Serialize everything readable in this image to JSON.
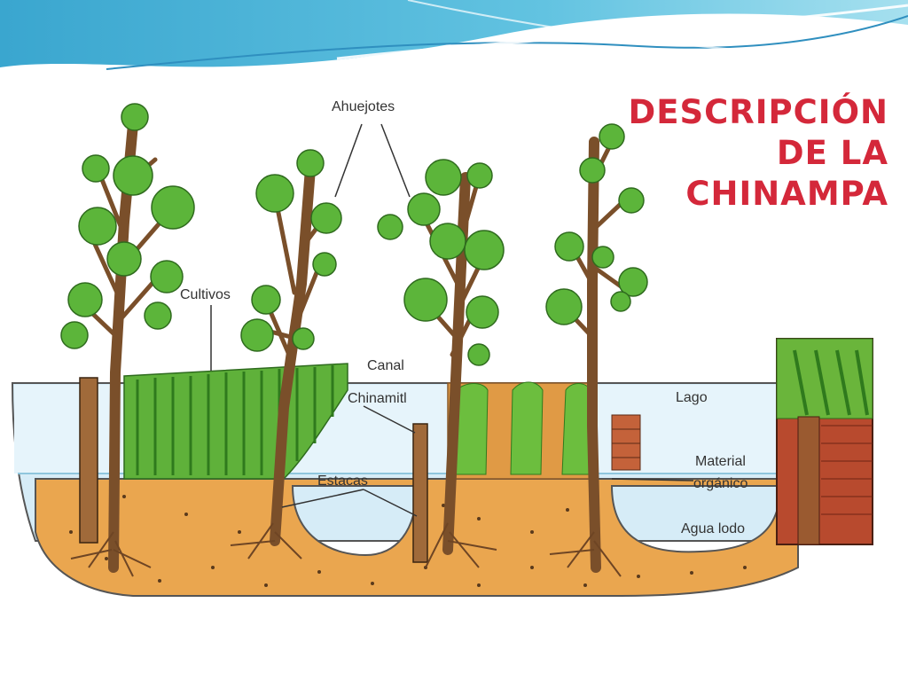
{
  "title": {
    "line1": "DESCRIPCIÓN",
    "line2": "DE LA",
    "line3": "CHINAMPA"
  },
  "labels": {
    "ahuejotes": "Ahuejotes",
    "cultivos": "Cultivos",
    "canal": "Canal",
    "chinamitl": "Chinamitl",
    "lago": "Lago",
    "material": "Material",
    "organico": "orgánico",
    "estacas": "Estacas",
    "agua_lodo": "Agua lodo"
  },
  "colors": {
    "title": "#d4283a",
    "header_blue": "#4fb6d8",
    "water": "#cfe9f6",
    "soil": "#e8a24a",
    "foliage": "#5cb53a",
    "trunk": "#9a6a3c",
    "brick": "#b2442a"
  }
}
